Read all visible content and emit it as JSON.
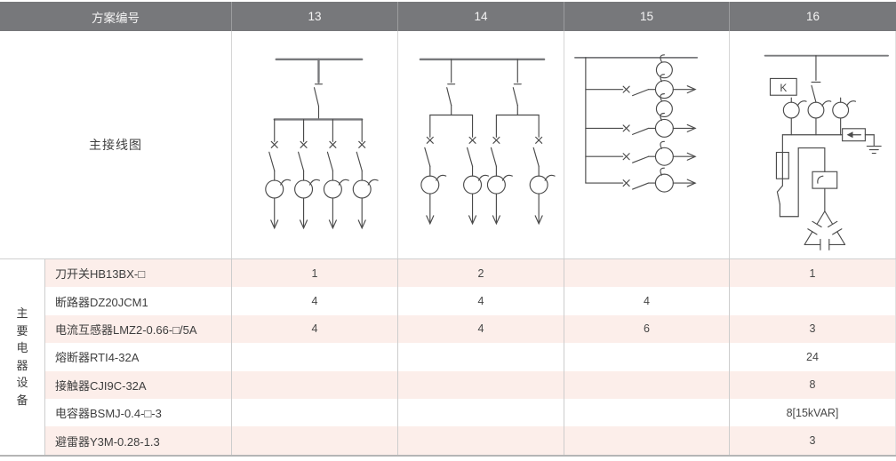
{
  "header": {
    "scheme_label": "方案编号",
    "schemes": [
      "13",
      "14",
      "15",
      "16"
    ]
  },
  "diagram_section": {
    "label": "主接线图",
    "k_box_label": "K"
  },
  "equipment_section": {
    "group_label": "主要电器设备",
    "rows": [
      {
        "name": "刀开关HB13BX-□",
        "values": [
          "1",
          "2",
          "",
          "1"
        ]
      },
      {
        "name": "断路器DZ20JCM1",
        "values": [
          "4",
          "4",
          "4",
          ""
        ]
      },
      {
        "name": "电流互感器LMZ2-0.66-□/5A",
        "values": [
          "4",
          "4",
          "6",
          "3"
        ]
      },
      {
        "name": "熔断器RTI4-32A",
        "values": [
          "",
          "",
          "",
          "24"
        ]
      },
      {
        "name": "接触器CJI9C-32A",
        "values": [
          "",
          "",
          "",
          "8"
        ]
      },
      {
        "name": "电容器BSMJ-0.4-□-3",
        "values": [
          "",
          "",
          "",
          "8[15kVAR]"
        ]
      },
      {
        "name": "避雷器Y3M-0.28-1.3",
        "values": [
          "",
          "",
          "",
          "3"
        ]
      }
    ]
  },
  "colors": {
    "header_bg": "#77787b",
    "header_text": "#f4f4f4",
    "row_pink": "#fceeea",
    "text": "#3e3e3e",
    "border": "#cdcdcd",
    "line": "#4a4a4a",
    "bus": "#78797c"
  }
}
